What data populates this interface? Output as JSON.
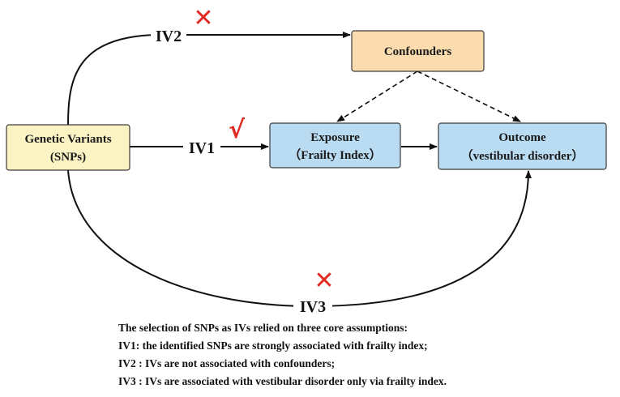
{
  "colors": {
    "genetic_fill": "#fbf3c4",
    "confounder_fill": "#fbdcae",
    "exposure_fill": "#b9dcf2",
    "outcome_fill": "#b9dcf2",
    "cross_mark": "#e02a24",
    "check_mark": "#e02a24",
    "line": "#111111"
  },
  "nodes": {
    "genetic": {
      "line1": "Genetic Variants",
      "line2": "(SNPs)"
    },
    "confounders": {
      "label": "Confounders"
    },
    "exposure": {
      "line1": "Exposure",
      "line2": "（Frailty Index）"
    },
    "outcome": {
      "line1": "Outcome",
      "line2": "（vestibular disorder）"
    }
  },
  "paths": {
    "iv1": {
      "label": "IV1",
      "mark": "√",
      "mark_icon": "check-icon"
    },
    "iv2": {
      "label": "IV2",
      "mark": "✕",
      "mark_icon": "cross-icon"
    },
    "iv3": {
      "label": "IV3",
      "mark": "✕",
      "mark_icon": "cross-icon"
    }
  },
  "notes": {
    "intro": "The selection of SNPs as IVs relied on three core assumptions:",
    "iv1": "IV1: the identified SNPs are strongly associated with frailty index;",
    "iv2": "IV2 : IVs are not associated with confounders;",
    "iv3": "IV3 : IVs are associated with vestibular disorder only via frailty index."
  }
}
